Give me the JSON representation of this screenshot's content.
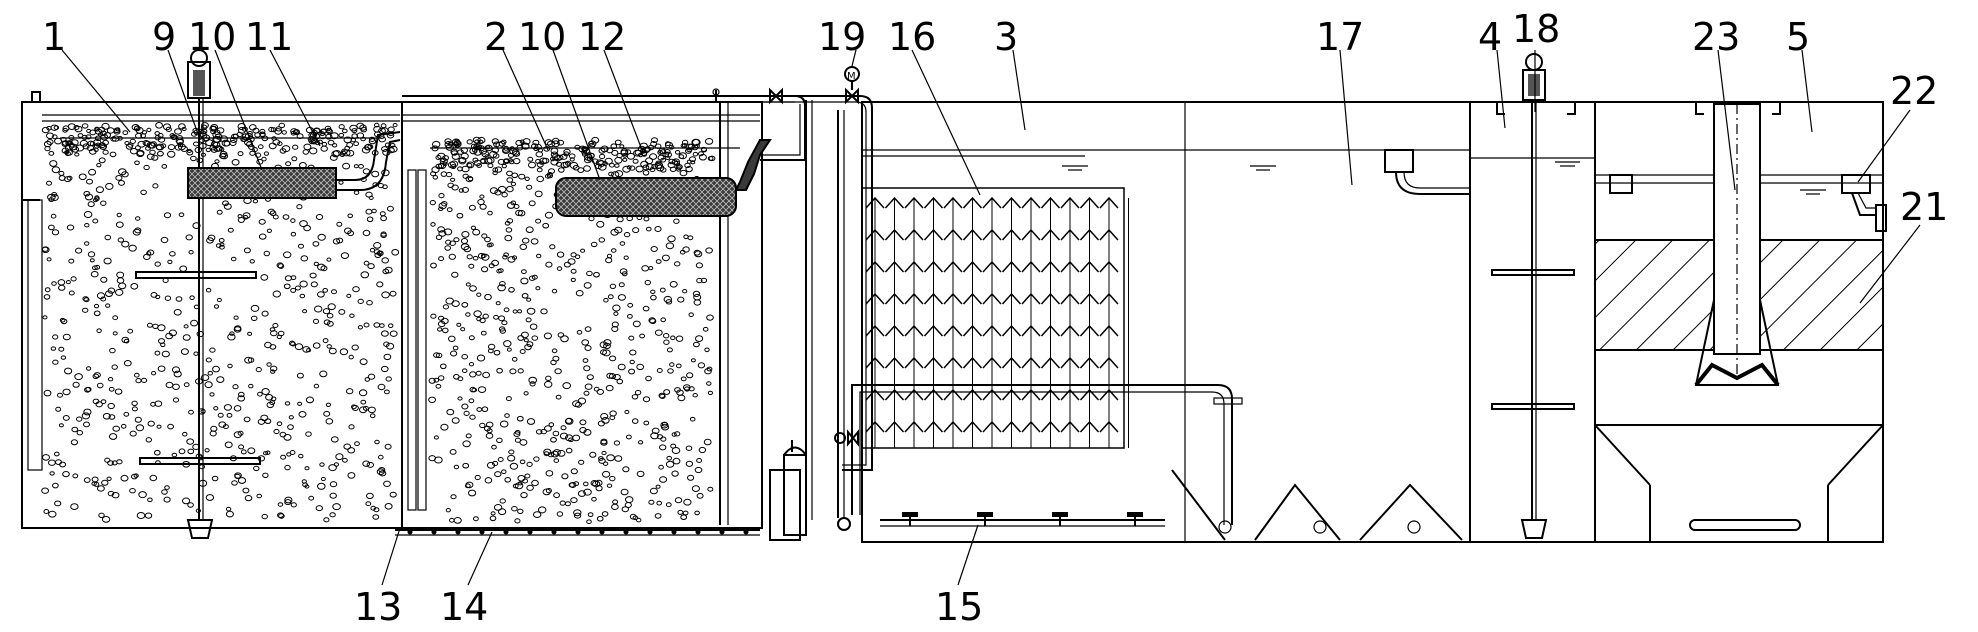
{
  "labels": {
    "n1": "1",
    "n2": "2",
    "n3": "3",
    "n4": "4",
    "n5": "5",
    "n9": "9",
    "n10a": "10",
    "n10b": "10",
    "n11": "11",
    "n12": "12",
    "n13": "13",
    "n14": "14",
    "n15": "15",
    "n16": "16",
    "n17": "17",
    "n18": "18",
    "n19": "19",
    "n21": "21",
    "n22": "22",
    "n23": "23"
  },
  "symbols": {
    "motor": "M"
  },
  "colors": {
    "line": "#000000",
    "background": "#ffffff",
    "filter_block": "#3a3a3a"
  }
}
